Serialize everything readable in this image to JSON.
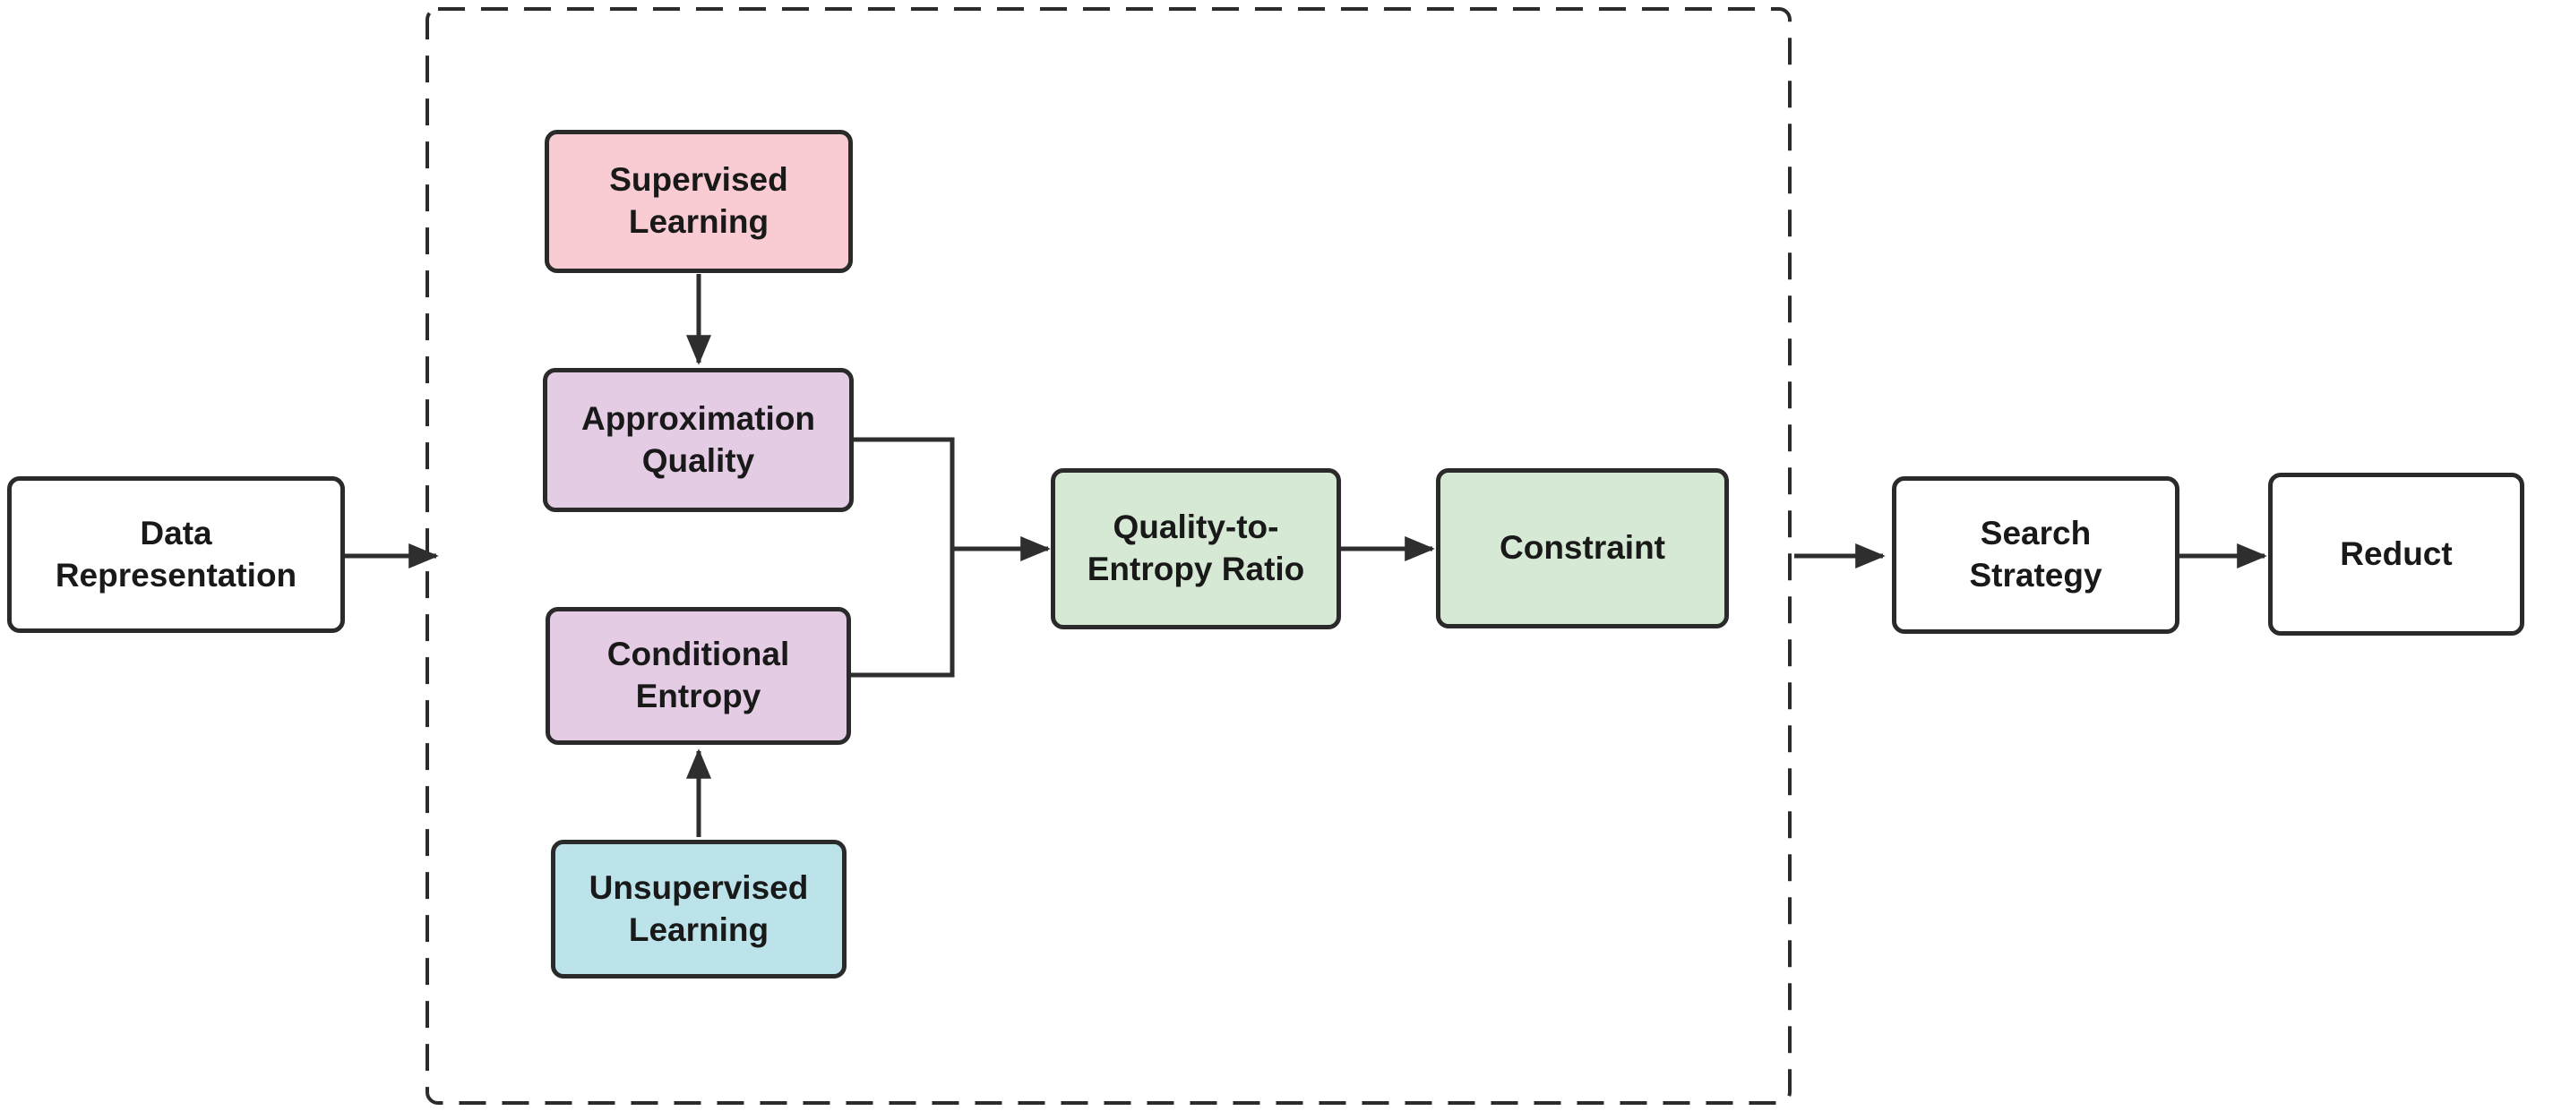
{
  "figure": {
    "type": "flowchart",
    "background_color": "#ffffff",
    "line_color": "#2e2e2e",
    "text_color": "#191919"
  },
  "nodes": [
    {
      "id": "data-representation",
      "label": "Data\nRepresentation",
      "fill": "#ffffff"
    },
    {
      "id": "supervised-learning",
      "label": "Supervised\nLearning",
      "fill": "#f8ccd2"
    },
    {
      "id": "approximation-quality",
      "label": "Approximation\nQuality",
      "fill": "#e3cce4"
    },
    {
      "id": "conditional-entropy",
      "label": "Conditional\nEntropy",
      "fill": "#e3cce4"
    },
    {
      "id": "unsupervised-learning",
      "label": "Unsupervised\nLearning",
      "fill": "#bce2ea"
    },
    {
      "id": "quality-to-entropy-ratio",
      "label": "Quality-to-\nEntropy Ratio",
      "fill": "#d6e9d4"
    },
    {
      "id": "constraint",
      "label": "Constraint",
      "fill": "#d6e9d4"
    },
    {
      "id": "search-strategy",
      "label": "Search\nStrategy",
      "fill": "#ffffff"
    },
    {
      "id": "reduct",
      "label": "Reduct",
      "fill": "#ffffff"
    }
  ],
  "edges": [
    {
      "from": "data-representation",
      "to": "dashed-group"
    },
    {
      "from": "supervised-learning",
      "to": "approximation-quality"
    },
    {
      "from": "unsupervised-learning",
      "to": "conditional-entropy"
    },
    {
      "from": "approximation-quality",
      "to": "quality-to-entropy-ratio"
    },
    {
      "from": "conditional-entropy",
      "to": "quality-to-entropy-ratio"
    },
    {
      "from": "quality-to-entropy-ratio",
      "to": "constraint"
    },
    {
      "from": "dashed-group",
      "to": "search-strategy"
    },
    {
      "from": "search-strategy",
      "to": "reduct"
    }
  ]
}
